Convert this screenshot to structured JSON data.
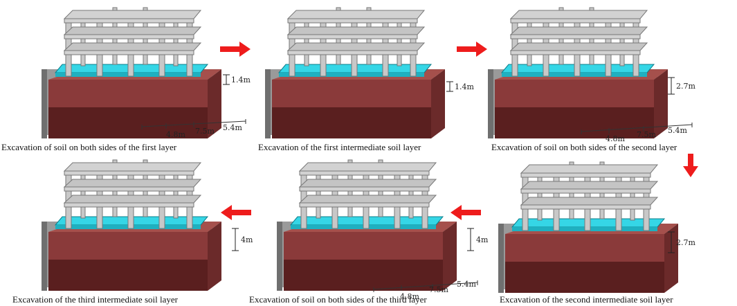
{
  "captions": [
    "Excavation of soil on both sides of the first layer",
    "Excavation of the first intermediate soil layer",
    "Excavation of soil on both sides of the second layer",
    "Excavation of the second intermediate soil layer",
    "Excavation of soil on both sides of the third layer",
    "Excavation of the third intermediate soil layer"
  ],
  "depths": [
    "1.4m",
    "1.4m",
    "2.7m",
    "2.7m",
    "4m",
    "4m"
  ],
  "plan_dims": [
    "4.8m",
    "7.5m",
    "5.4m"
  ],
  "colors": {
    "frame": "#b9b9b9",
    "beam_cyan": "#35d6e6",
    "soil": "#8a3a3a",
    "soil_dark": "#3a1414",
    "wall": "#8f8f8f",
    "arrow": "#ee1c1c"
  }
}
